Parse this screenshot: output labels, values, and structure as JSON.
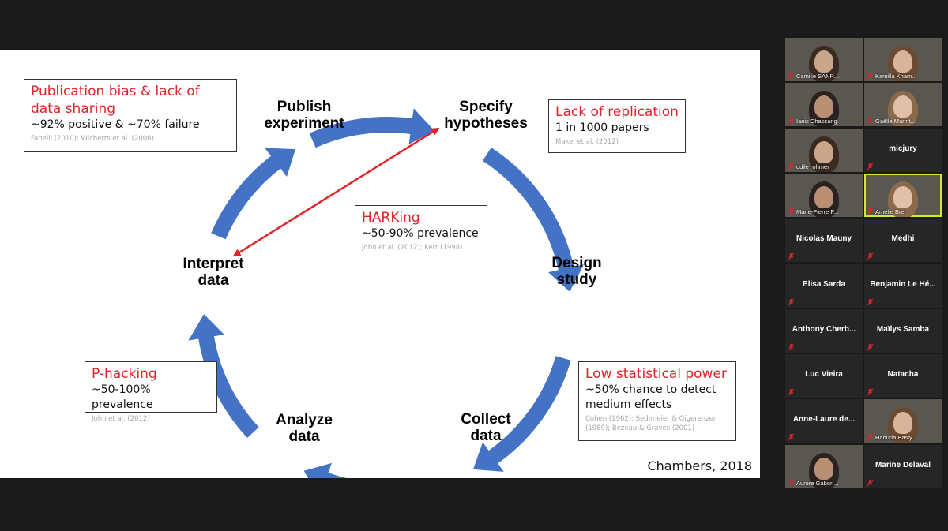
{
  "slide": {
    "stages": {
      "publish": "Publish\nexperiment",
      "specify": "Specify\nhypotheses",
      "design": "Design\nstudy",
      "collect": "Collect\ndata",
      "analyze": "Analyze\ndata",
      "interpret": "Interpret\ndata"
    },
    "boxes": {
      "publication": {
        "title": "Publication bias & lack of data sharing",
        "desc": "~92% positive & ~70% failure",
        "ref": "Fanelli (2010); Wicherts et al. (2006)"
      },
      "replication": {
        "title": "Lack of replication",
        "desc": "1 in 1000 papers",
        "ref": "Makel et al. (2012)"
      },
      "harking": {
        "title": "HARKing",
        "desc": "~50-90% prevalence",
        "ref": "John et al. (2012); Kerr (1998)"
      },
      "phacking": {
        "title": "P-hacking",
        "desc": "~50-100% prevalence",
        "ref": "John et al. (2012)"
      },
      "power": {
        "title": "Low statistical power",
        "desc": "~50% chance to detect medium effects",
        "ref": "Cohen (1962); Sedlmeier & Gigerenzer (1989); Bezeau & Graves (2001)"
      }
    },
    "credit": "Chambers, 2018",
    "colors": {
      "arrow": "#4472c4",
      "risk": "#e0242a"
    }
  },
  "participants": [
    {
      "name": "Camille SANR...",
      "video": true
    },
    {
      "name": "Kamilla Kham...",
      "video": true
    },
    {
      "name": "Ianis Chassang",
      "video": true
    },
    {
      "name": "Gaëlle Marint...",
      "video": true
    },
    {
      "name": "odile rohmer",
      "video": true
    },
    {
      "name": "micjury",
      "video": false
    },
    {
      "name": "Marie-Pierre F...",
      "video": true
    },
    {
      "name": "Amélie Bret",
      "video": true,
      "active": true
    },
    {
      "name": "Nicolas Mauny",
      "video": false
    },
    {
      "name": "Medhi",
      "video": false
    },
    {
      "name": "Elisa Sarda",
      "video": false
    },
    {
      "name": "Benjamin Le Hé...",
      "video": false
    },
    {
      "name": "Anthony Cherb...",
      "video": false
    },
    {
      "name": "Maïlys Samba",
      "video": false
    },
    {
      "name": "Luc Vieira",
      "video": false
    },
    {
      "name": "Natacha",
      "video": false
    },
    {
      "name": "Anne-Laure de...",
      "video": false
    },
    {
      "name": "Haouria Basiy...",
      "video": true
    },
    {
      "name": "Aurore Gabori...",
      "video": true
    },
    {
      "name": "Marine Delaval",
      "video": false
    }
  ],
  "icons": {
    "muted": "mic-muted-icon"
  }
}
